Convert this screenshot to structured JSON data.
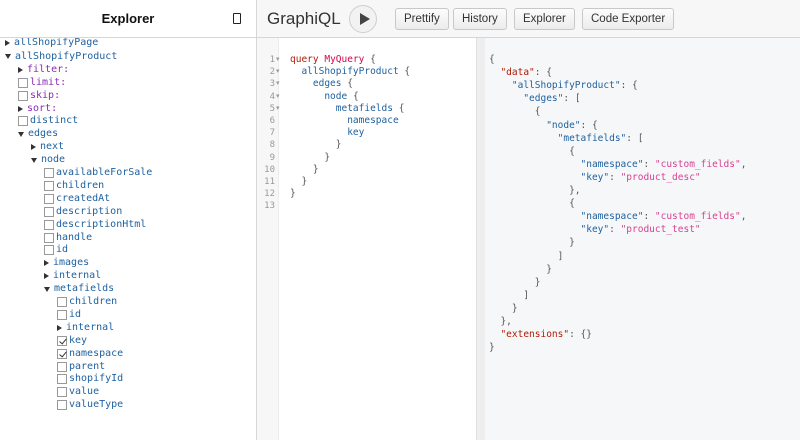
{
  "explorer": {
    "title": "Explorer",
    "tree": [
      {
        "label": "allShopifyPage",
        "control": "arrow-right",
        "color": "field",
        "depth": 0,
        "partial": true
      },
      {
        "label": "allShopifyProduct",
        "control": "arrow-down",
        "color": "field",
        "depth": 0
      },
      {
        "label": "filter:",
        "control": "arrow-right",
        "color": "arg",
        "depth": 1
      },
      {
        "label": "limit:",
        "control": "checkbox",
        "checked": false,
        "color": "arg",
        "depth": 1
      },
      {
        "label": "skip:",
        "control": "checkbox",
        "checked": false,
        "color": "arg",
        "depth": 1
      },
      {
        "label": "sort:",
        "control": "arrow-right",
        "color": "arg",
        "depth": 1
      },
      {
        "label": "distinct",
        "control": "checkbox",
        "checked": false,
        "color": "field",
        "depth": 1
      },
      {
        "label": "edges",
        "control": "arrow-down",
        "color": "field",
        "depth": 1
      },
      {
        "label": "next",
        "control": "arrow-right",
        "color": "field",
        "depth": 2
      },
      {
        "label": "node",
        "control": "arrow-down",
        "color": "field",
        "depth": 2
      },
      {
        "label": "availableForSale",
        "control": "checkbox",
        "checked": false,
        "color": "field",
        "depth": 3
      },
      {
        "label": "children",
        "control": "checkbox",
        "checked": false,
        "color": "field",
        "depth": 3
      },
      {
        "label": "createdAt",
        "control": "checkbox",
        "checked": false,
        "color": "field",
        "depth": 3
      },
      {
        "label": "description",
        "control": "checkbox",
        "checked": false,
        "color": "field",
        "depth": 3
      },
      {
        "label": "descriptionHtml",
        "control": "checkbox",
        "checked": false,
        "color": "field",
        "depth": 3
      },
      {
        "label": "handle",
        "control": "checkbox",
        "checked": false,
        "color": "field",
        "depth": 3
      },
      {
        "label": "id",
        "control": "checkbox",
        "checked": false,
        "color": "field",
        "depth": 3
      },
      {
        "label": "images",
        "control": "arrow-right",
        "color": "field",
        "depth": 3
      },
      {
        "label": "internal",
        "control": "arrow-right",
        "color": "field",
        "depth": 3
      },
      {
        "label": "metafields",
        "control": "arrow-down",
        "color": "field",
        "depth": 3
      },
      {
        "label": "children",
        "control": "checkbox",
        "checked": false,
        "color": "field",
        "depth": 4
      },
      {
        "label": "id",
        "control": "checkbox",
        "checked": false,
        "color": "field",
        "depth": 4
      },
      {
        "label": "internal",
        "control": "arrow-right",
        "color": "field",
        "depth": 4
      },
      {
        "label": "key",
        "control": "checkbox",
        "checked": true,
        "color": "field",
        "depth": 4
      },
      {
        "label": "namespace",
        "control": "checkbox",
        "checked": true,
        "color": "field",
        "depth": 4
      },
      {
        "label": "parent",
        "control": "checkbox",
        "checked": false,
        "color": "field",
        "depth": 4
      },
      {
        "label": "shopifyId",
        "control": "checkbox",
        "checked": false,
        "color": "field",
        "depth": 4
      },
      {
        "label": "value",
        "control": "checkbox",
        "checked": false,
        "color": "field",
        "depth": 4
      },
      {
        "label": "valueType",
        "control": "checkbox",
        "checked": false,
        "color": "field",
        "depth": 4
      }
    ]
  },
  "toolbar": {
    "logo": "GraphiQL",
    "run_icon": "play-icon",
    "buttons": [
      "Prettify",
      "History",
      "Explorer",
      "Code Exporter"
    ]
  },
  "query": {
    "lines": [
      [
        {
          "t": "query",
          "c": "kw"
        },
        {
          "t": " "
        },
        {
          "t": "MyQuery",
          "c": "def"
        },
        {
          "t": " {",
          "c": "pn"
        }
      ],
      [
        {
          "t": "  "
        },
        {
          "t": "allShopifyProduct",
          "c": "fld"
        },
        {
          "t": " {",
          "c": "pn"
        }
      ],
      [
        {
          "t": "    "
        },
        {
          "t": "edges",
          "c": "fld"
        },
        {
          "t": " {",
          "c": "pn"
        }
      ],
      [
        {
          "t": "      "
        },
        {
          "t": "node",
          "c": "fld"
        },
        {
          "t": " {",
          "c": "pn"
        }
      ],
      [
        {
          "t": "        "
        },
        {
          "t": "metafields",
          "c": "fld"
        },
        {
          "t": " {",
          "c": "pn"
        }
      ],
      [
        {
          "t": "          "
        },
        {
          "t": "namespace",
          "c": "fld"
        }
      ],
      [
        {
          "t": "          "
        },
        {
          "t": "key",
          "c": "fld"
        }
      ],
      [
        {
          "t": "        }",
          "c": "pn"
        }
      ],
      [
        {
          "t": "      }",
          "c": "pn"
        }
      ],
      [
        {
          "t": "    }",
          "c": "pn"
        }
      ],
      [
        {
          "t": "  }",
          "c": "pn"
        }
      ],
      [
        {
          "t": "}",
          "c": "pn"
        }
      ],
      []
    ],
    "fold_lines": [
      1,
      2,
      3,
      4,
      5
    ]
  },
  "result": {
    "lines": [
      [
        {
          "t": "{"
        }
      ],
      [
        {
          "t": "  "
        },
        {
          "t": "\"data\"",
          "c": "rdata"
        },
        {
          "t": ": {"
        }
      ],
      [
        {
          "t": "    "
        },
        {
          "t": "\"allShopifyProduct\"",
          "c": "rkey"
        },
        {
          "t": ": {"
        }
      ],
      [
        {
          "t": "      "
        },
        {
          "t": "\"edges\"",
          "c": "rkey"
        },
        {
          "t": ": ["
        }
      ],
      [
        {
          "t": "        {"
        }
      ],
      [
        {
          "t": "          "
        },
        {
          "t": "\"node\"",
          "c": "rkey"
        },
        {
          "t": ": {"
        }
      ],
      [
        {
          "t": "            "
        },
        {
          "t": "\"metafields\"",
          "c": "rkey"
        },
        {
          "t": ": ["
        }
      ],
      [
        {
          "t": "              {"
        }
      ],
      [
        {
          "t": "                "
        },
        {
          "t": "\"namespace\"",
          "c": "rkey"
        },
        {
          "t": ": "
        },
        {
          "t": "\"custom_fields\"",
          "c": "rstr"
        },
        {
          "t": ","
        }
      ],
      [
        {
          "t": "                "
        },
        {
          "t": "\"key\"",
          "c": "rkey"
        },
        {
          "t": ": "
        },
        {
          "t": "\"product_desc\"",
          "c": "rstr"
        }
      ],
      [
        {
          "t": "              },"
        }
      ],
      [
        {
          "t": "              {"
        }
      ],
      [
        {
          "t": "                "
        },
        {
          "t": "\"namespace\"",
          "c": "rkey"
        },
        {
          "t": ": "
        },
        {
          "t": "\"custom_fields\"",
          "c": "rstr"
        },
        {
          "t": ","
        }
      ],
      [
        {
          "t": "                "
        },
        {
          "t": "\"key\"",
          "c": "rkey"
        },
        {
          "t": ": "
        },
        {
          "t": "\"product_test\"",
          "c": "rstr"
        }
      ],
      [
        {
          "t": "              }"
        }
      ],
      [
        {
          "t": "            ]"
        }
      ],
      [
        {
          "t": "          }"
        }
      ],
      [
        {
          "t": "        }"
        }
      ],
      [
        {
          "t": "      ]"
        }
      ],
      [
        {
          "t": "    }"
        }
      ],
      [
        {
          "t": "  },"
        }
      ],
      [
        {
          "t": "  "
        },
        {
          "t": "\"extensions\"",
          "c": "rdata"
        },
        {
          "t": ": {}"
        }
      ],
      [
        {
          "t": "}"
        }
      ]
    ]
  }
}
